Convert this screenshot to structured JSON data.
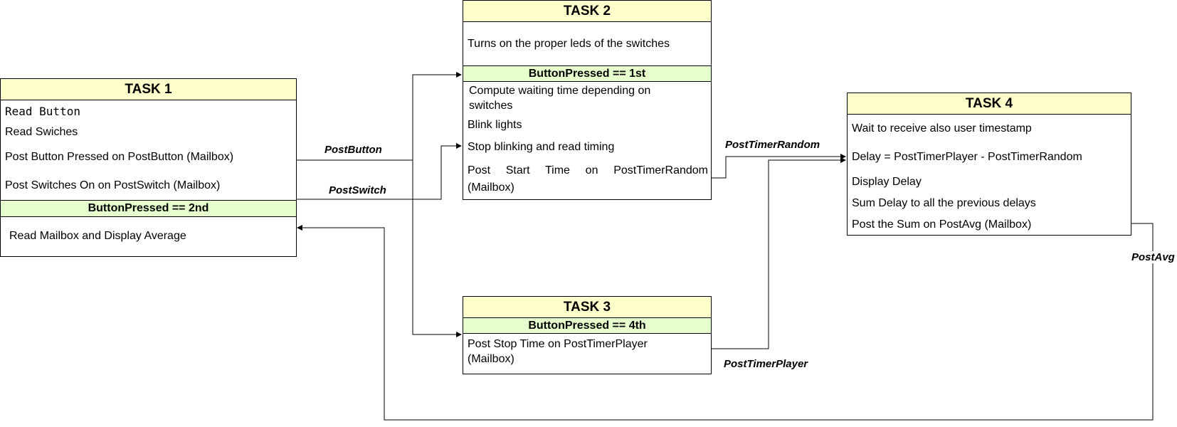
{
  "task1": {
    "title": "TASK 1",
    "rows": [
      "Read Button",
      "Read Swiches",
      "Post Button Pressed on PostButton (Mailbox)",
      "Post Switches On on PostSwitch (Mailbox)"
    ],
    "condition": "ButtonPressed == 2nd",
    "cond_row": "Read Mailbox and Display Average"
  },
  "task2": {
    "title": "TASK 2",
    "intro": "Turns on the proper leds of the switches",
    "condition": "ButtonPressed == 1st",
    "rows": [
      "Compute waiting time depending on switches",
      "Blink lights",
      "Stop blinking and read timing",
      "Post Start Time on PostTimerRandom (Mailbox)"
    ]
  },
  "task3": {
    "title": "TASK 3",
    "condition": "ButtonPressed == 4th",
    "rows": [
      "Post Stop Time on PostTimerPlayer (Mailbox)"
    ]
  },
  "task4": {
    "title": "TASK 4",
    "rows": [
      "Wait to receive also user timestamp",
      "Delay = PostTimerPlayer - PostTimerRandom",
      "Display Delay",
      "Sum Delay to all the previous delays",
      "Post the Sum on PostAvg (Mailbox)"
    ]
  },
  "edges": {
    "post_button": "PostButton",
    "post_switch": "PostSwitch",
    "post_timer_random": "PostTimerRandom",
    "post_timer_player": "PostTimerPlayer",
    "post_avg": "PostAvg"
  },
  "colors": {
    "header_fill": "#ffffcc",
    "condition_fill": "#e6ffcc",
    "stroke": "#000000"
  }
}
